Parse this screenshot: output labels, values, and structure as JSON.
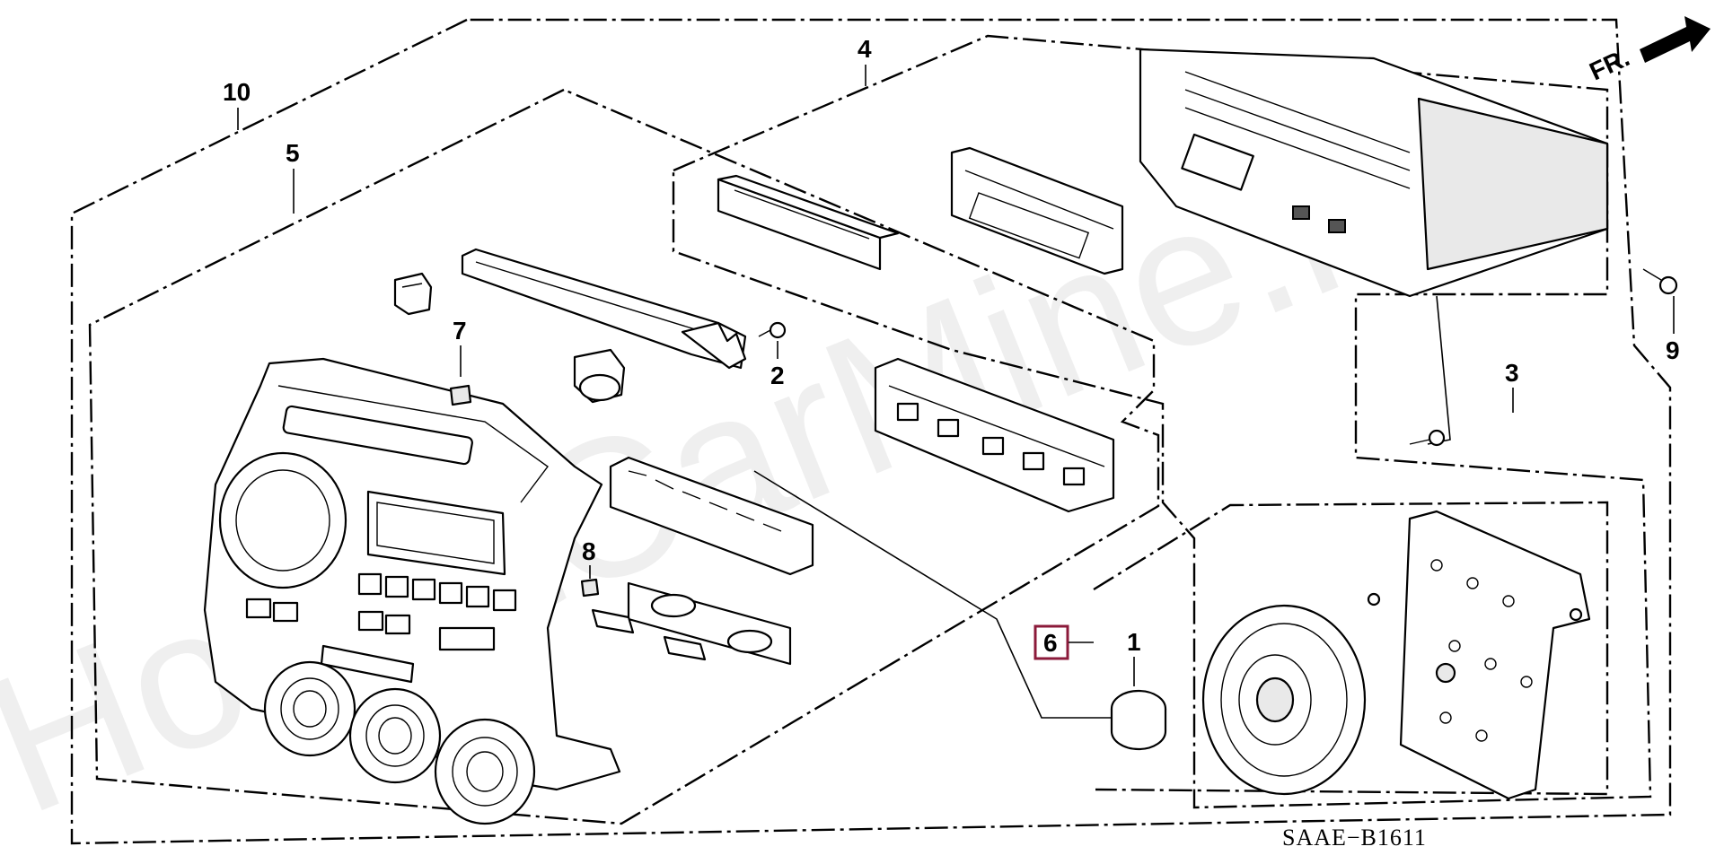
{
  "diagram": {
    "callouts": [
      {
        "id": "c1",
        "label": "1"
      },
      {
        "id": "c2",
        "label": "2"
      },
      {
        "id": "c3",
        "label": "3"
      },
      {
        "id": "c4",
        "label": "4"
      },
      {
        "id": "c5",
        "label": "5"
      },
      {
        "id": "c6",
        "label": "6",
        "highlighted": true
      },
      {
        "id": "c7",
        "label": "7"
      },
      {
        "id": "c8",
        "label": "8"
      },
      {
        "id": "c9",
        "label": "9"
      },
      {
        "id": "c10",
        "label": "10"
      }
    ],
    "direction_label": "FR.",
    "diagram_code": "SAAE−B1611",
    "watermark": "HondaCarMine.ru",
    "colors": {
      "highlight": "#8b1a3a",
      "line": "#000000",
      "background": "#ffffff"
    }
  }
}
